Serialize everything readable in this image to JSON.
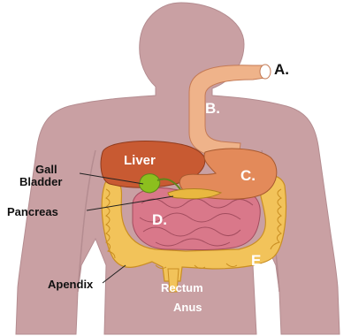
{
  "diagram": {
    "colors": {
      "body": "#c9a0a3",
      "body_edge": "#b48c90",
      "liver": "#c85a32",
      "stomach": "#e38a5a",
      "esophagus": "#efb38a",
      "large_intestine": "#f2c35a",
      "small_intestine": "#d9788a",
      "gallbladder": "#8cbf1e",
      "pancreas": "#e9b840"
    },
    "labels": {
      "a": "A.",
      "b": "B.",
      "c": "C.",
      "d": "D.",
      "e": "E.",
      "liver": "Liver",
      "gall": "Gall",
      "bladder": "Bladder",
      "pancreas": "Pancreas",
      "apendix": "Apendix",
      "rectum": "Rectum",
      "anus": "Anus"
    }
  }
}
